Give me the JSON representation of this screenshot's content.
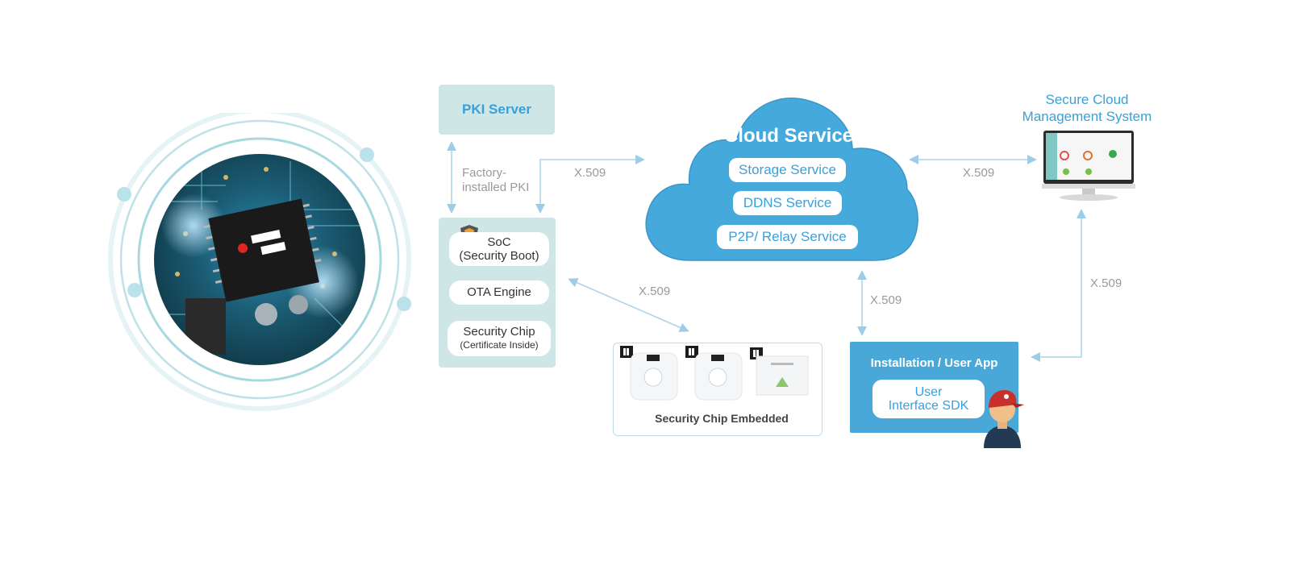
{
  "pki_server": {
    "label": "PKI Server"
  },
  "factory_pki": {
    "line1": "Factory-",
    "line2": "installed PKI"
  },
  "device": {
    "soc_line1": "SoC",
    "soc_line2": "(Security Boot)",
    "ota": "OTA  Engine",
    "chip_line1": "Security Chip",
    "chip_line2": "(Certificate Inside)"
  },
  "cloud": {
    "title": "Cloud Service",
    "services": [
      "Storage Service",
      "DDNS Service",
      "P2P/ Relay Service"
    ]
  },
  "management": {
    "line1": "Secure Cloud",
    "line2": "Management System"
  },
  "embedded": {
    "label": "Security Chip Embedded"
  },
  "app": {
    "title": "Installation / User App",
    "sdk_line1": "User",
    "sdk_line2": "Interface  SDK"
  },
  "protocol_labels": [
    "X.509",
    "X.509",
    "X.509",
    "X.509",
    "X.509"
  ],
  "colors": {
    "accent_blue": "#3aa0d8",
    "cloud_blue": "#45a9dc",
    "panel_teal": "#cfe6e7",
    "app_blue": "#4aa8d8",
    "gray_text": "#9a9a9a"
  }
}
